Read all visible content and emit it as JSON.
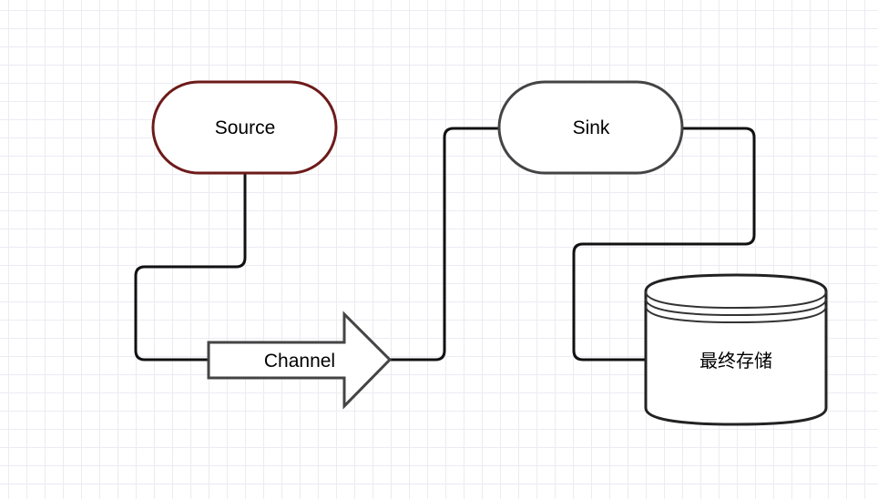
{
  "diagram": {
    "title": "",
    "nodes": {
      "source": {
        "label": "Source",
        "shape": "stadium",
        "stroke_color": "#6e1a1a"
      },
      "sink": {
        "label": "Sink",
        "shape": "stadium",
        "stroke_color": "#444444"
      },
      "channel": {
        "label": "Channel",
        "shape": "block-arrow",
        "stroke_color": "#444444"
      },
      "storage": {
        "label": "最终存储",
        "shape": "database-cylinder",
        "stroke_color": "#222222"
      }
    },
    "edges": [
      {
        "from": "source",
        "to": "channel"
      },
      {
        "from": "channel",
        "to": "sink"
      },
      {
        "from": "sink",
        "to": "storage"
      }
    ],
    "colors": {
      "edge": "#111111",
      "fill": "#ffffff",
      "grid": "#ebebf3"
    }
  }
}
